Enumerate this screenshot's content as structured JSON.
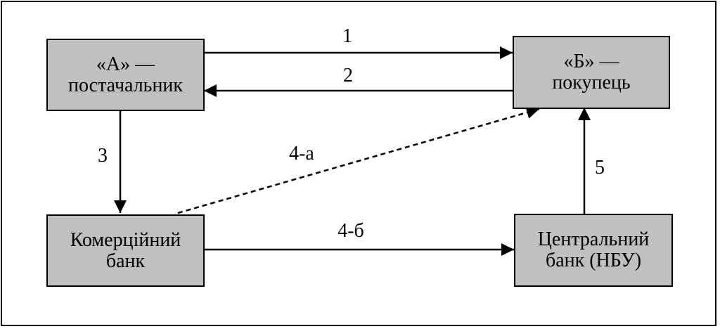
{
  "nodes": {
    "supplier": {
      "line1": "«А» —",
      "line2": "постачальник"
    },
    "buyer": {
      "line1": "«Б» —",
      "line2": "покупець"
    },
    "commercial_bank": {
      "line1": "Комерційний",
      "line2": "банк"
    },
    "central_bank": {
      "line1": "Центральний",
      "line2": "банк (НБУ)"
    }
  },
  "edges": {
    "e1": "1",
    "e2": "2",
    "e3": "3",
    "e4a": "4-а",
    "e4b": "4-б",
    "e5": "5"
  },
  "colors": {
    "node_fill": "#c0c0c0",
    "stroke": "#000000",
    "background": "#ffffff"
  }
}
